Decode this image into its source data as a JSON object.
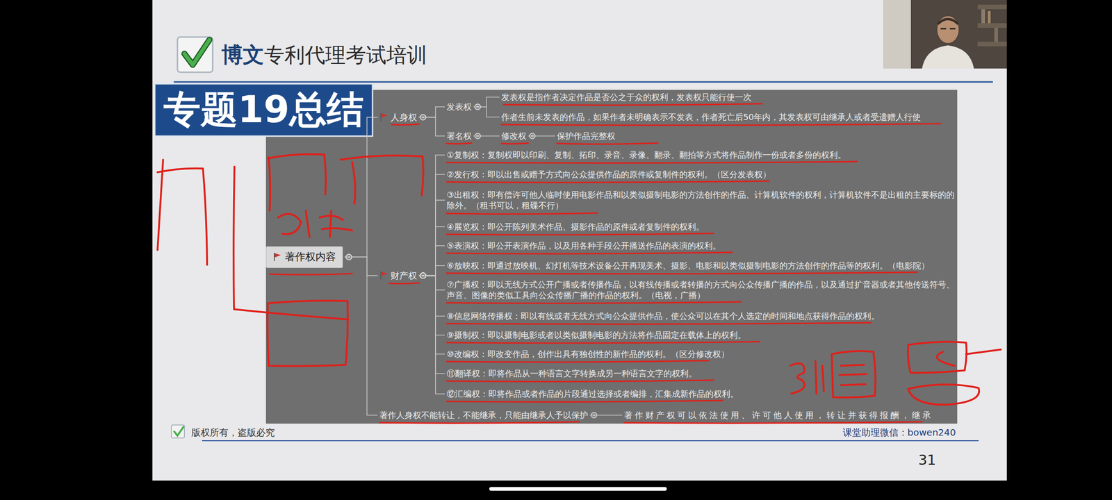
{
  "diagram": {
    "title": "专题19总结",
    "nodes": [
      {
        "text": [
          "著作权内容"
        ]
      },
      {
        "text": [
          "人身权"
        ]
      },
      {
        "text": [
          "发表权"
        ]
      },
      {
        "text": [
          "发表权是指作者决定作品是否公之于众的权利，发表权只能行使一次"
        ]
      },
      {
        "text": [
          "作者生前未发表的作品，如果作者未明确表示不发表，作者死亡后50年内，其发表权可由继承人或者受遗赠人行使"
        ]
      },
      {
        "text": [
          "署名权"
        ]
      },
      {
        "text": [
          "修改权"
        ]
      },
      {
        "text": [
          "保护作品完整权"
        ]
      },
      {
        "text": [
          "财产权"
        ]
      },
      {
        "text": [
          "①复制权：复制权即以印刷、复制、拓印、录音、录像、翻录、翻拍等方式将作品制作一份或者多份的权利。"
        ]
      },
      {
        "text": [
          "②发行权：即以出售或赠予方式向公众提供作品的原件或复制件的权利。（区分发表权）"
        ]
      },
      {
        "text": [
          "③出租权：即有偿许可他人临时使用电影作品和以类似摄制电影的方法创作的作品、计算机软件的权利，计算机软件不是出租的主要标的的除外。（租书可以，租碟不行）"
        ]
      },
      {
        "text": [
          "④展览权：即公开陈列美术作品、摄影作品的原件或者复制件的权利。"
        ]
      },
      {
        "text": [
          "⑤表演权：即公开表演作品，以及用各种手段公开播送作品的表演的权利。"
        ]
      },
      {
        "text": [
          "⑥放映权：即通过放映机、幻灯机等技术设备公开再现美术、摄影、电影和以类似摄制电影的方法创作的作品等的权利。（电影院）"
        ]
      },
      {
        "text": [
          "⑦广播权：即以无线方式公开广播或者传播作品，以有线传播或者转播的方式向公众传播广播的作品，以及通过扩音器或者其他传送符号、声音、图像的类似工具向公众传播广播的作品的权利。（电视，广播）"
        ]
      },
      {
        "text": [
          "⑧信息网络传播权：即以有线或者无线方式向公众提供作品，使公众可以在其个人选定的时间和地点获得作品的权利。"
        ]
      },
      {
        "text": [
          "⑨摄制权：即以摄制电影或者以类似摄制电影的方法将作品固定在载体上的权利。"
        ]
      },
      {
        "text": [
          "⑩改编权：即改变作品，创作出具有独创性的新作品的权利。（区分修改权）"
        ]
      },
      {
        "text": [
          "⑪翻译权：即将作品从一种语言文字转换成另一种语言文字的权利。"
        ]
      },
      {
        "text": [
          "⑫汇编权：即将作品或者作品的片段通过选择或者编排，汇集成新作品的权利。"
        ]
      },
      {
        "text": [
          "著作人身权不能转让，不能继承，只能由继承人予以保护"
        ]
      },
      {
        "text": [
          "著作财产权可以依法使用、许可他人使用，转让并获得报酬，继承"
        ]
      }
    ],
    "edges": [
      {
        "from": 0,
        "to": 1,
        "arrow": "none"
      },
      {
        "from": 1,
        "to": 2,
        "arrow": "none"
      },
      {
        "from": 2,
        "to": 3,
        "arrow": "none"
      },
      {
        "from": 2,
        "to": 4,
        "arrow": "none"
      },
      {
        "from": 1,
        "to": 5,
        "arrow": "none"
      },
      {
        "from": 5,
        "to": 6,
        "arrow": "none"
      },
      {
        "from": 6,
        "to": 7,
        "arrow": "none"
      },
      {
        "from": 0,
        "to": 8,
        "arrow": "none"
      },
      {
        "from": 8,
        "to": 9,
        "arrow": "none"
      },
      {
        "from": 8,
        "to": 10,
        "arrow": "none"
      },
      {
        "from": 8,
        "to": 11,
        "arrow": "none"
      },
      {
        "from": 8,
        "to": 12,
        "arrow": "none"
      },
      {
        "from": 8,
        "to": 13,
        "arrow": "none"
      },
      {
        "from": 8,
        "to": 14,
        "arrow": "none"
      },
      {
        "from": 8,
        "to": 15,
        "arrow": "none"
      },
      {
        "from": 8,
        "to": 16,
        "arrow": "none"
      },
      {
        "from": 8,
        "to": 17,
        "arrow": "none"
      },
      {
        "from": 8,
        "to": 18,
        "arrow": "none"
      },
      {
        "from": 8,
        "to": 19,
        "arrow": "none"
      },
      {
        "from": 8,
        "to": 20,
        "arrow": "none"
      },
      {
        "from": 0,
        "to": 21,
        "arrow": "none"
      },
      {
        "from": 21,
        "to": 22,
        "arrow": "none"
      }
    ],
    "labels": [
      "博文",
      "专利代理考试培训",
      "版权所有，盗版必究",
      "课堂助理微信：bowen240",
      "31"
    ]
  }
}
